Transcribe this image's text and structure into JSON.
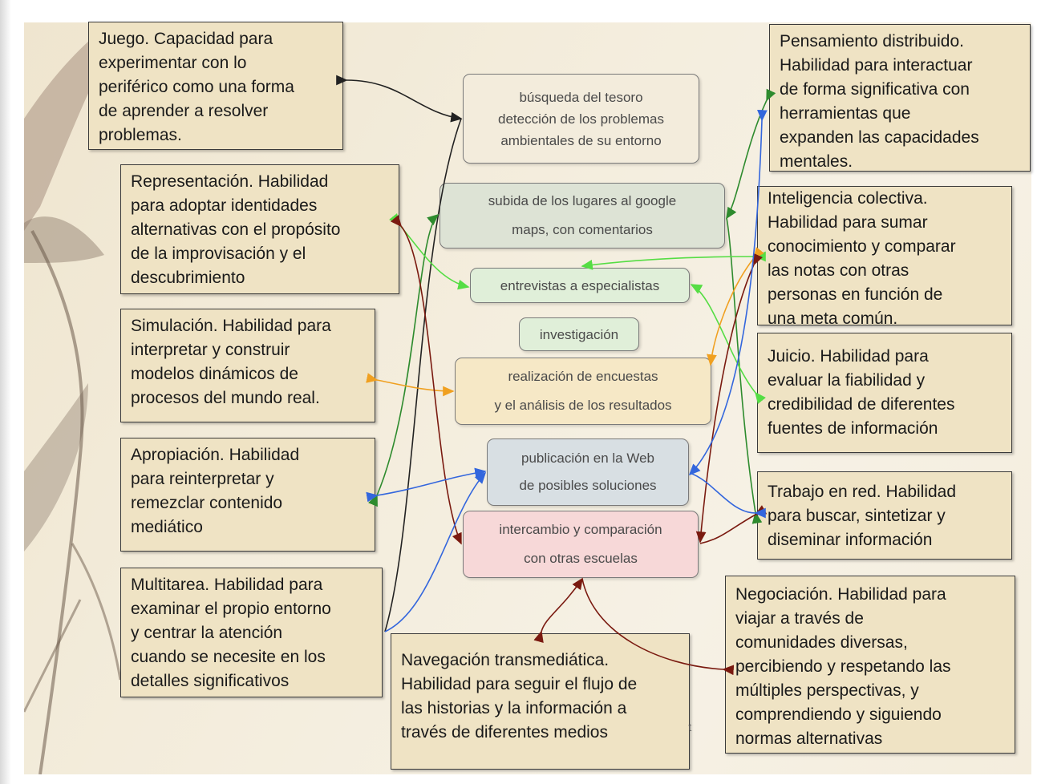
{
  "skills": [
    {
      "id": "juego",
      "text": "Juego. Capacidad para\nexperimentar con lo\nperiférico como una forma\nde aprender a resolver\nproblemas."
    },
    {
      "id": "representacion",
      "text": "Representación. Habilidad\npara adoptar identidades\nalternativas con el propósito\nde la improvisación y el\ndescubrimiento"
    },
    {
      "id": "simulacion",
      "text": "Simulación. Habilidad para\ninterpretar y construir\nmodelos dinámicos de\nprocesos del mundo real."
    },
    {
      "id": "apropiacion",
      "text": "Apropiación. Habilidad\npara reinterpretar y\nremezclar contenido\nmediático"
    },
    {
      "id": "multitarea",
      "text": "Multitarea. Habilidad para\nexaminar el propio entorno\ny centrar la atención\ncuando se necesite en los\ndetalles significativos"
    },
    {
      "id": "navegacion",
      "text": "Navegación transmediática.\nHabilidad para seguir el flujo de\nlas historias y la información a\ntravés de diferentes medios"
    },
    {
      "id": "pensamiento",
      "text": "Pensamiento distribuido.\nHabilidad para interactuar\nde forma significativa con\nherramientas que\nexpanden las capacidades\nmentales."
    },
    {
      "id": "inteligencia",
      "text": "Inteligencia colectiva.\nHabilidad para sumar\nconocimiento y comparar\nlas notas con otras\npersonas en función de\nuna meta común."
    },
    {
      "id": "juicio",
      "text": "Juicio. Habilidad para\nevaluar la fiabilidad y\ncredibilidad de diferentes\nfuentes de información"
    },
    {
      "id": "trabajo",
      "text": "Trabajo en red. Habilidad\npara buscar, sintetizar y\ndiseminar información"
    },
    {
      "id": "negociacion",
      "text": "Negociación. Habilidad para\nviajar a través de\ncomunidades diversas,\npercibiendo y respetando las\nmúltiples perspectivas, y\ncomprendiendo y siguiendo\nnormas alternativas"
    }
  ],
  "activities": [
    {
      "id": "busqueda",
      "text": "búsqueda del tesoro\ndetección de los problemas\nambientales de su entorno",
      "color": "#f3ecdc"
    },
    {
      "id": "subida",
      "text": "subida de los lugares al google\nmaps, con comentarios",
      "color": "#dde3d5"
    },
    {
      "id": "entrevistas",
      "text": "entrevistas a especialistas",
      "color": "#e0efd9"
    },
    {
      "id": "investigacion",
      "text": "investigación",
      "color": "#e0efd9"
    },
    {
      "id": "encuestas",
      "text": "realización de encuestas\ny el análisis de los resultados",
      "color": "#f6e8c6"
    },
    {
      "id": "publicacion",
      "text": "publicación en la Web\nde posibles soluciones",
      "color": "#d8dfe3"
    },
    {
      "id": "intercambio",
      "text": "intercambio y  comparación\ncon otras escuelas",
      "color": "#f7d8d8"
    }
  ],
  "colors": {
    "black": "#222222",
    "green": "#2e8b2e",
    "lightgreen": "#55dd44",
    "darkred": "#7a1a10",
    "orange": "#f0a020",
    "blue": "#3366dd"
  }
}
